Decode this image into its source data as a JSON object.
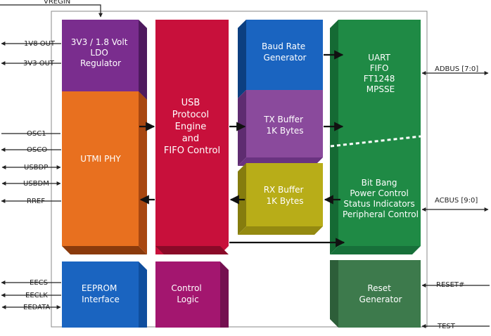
{
  "diagram": {
    "blocks": {
      "ldo": {
        "lines": [
          "3V3 / 1.8 Volt",
          "LDO",
          "Regulator"
        ]
      },
      "utmi": {
        "lines": [
          "UTMI PHY"
        ]
      },
      "usb": {
        "lines": [
          "USB",
          "Protocol",
          "Engine",
          "and",
          "FIFO Control"
        ]
      },
      "baud": {
        "lines": [
          "Baud Rate",
          "Generator"
        ]
      },
      "tx": {
        "lines": [
          "TX Buffer",
          "1K Bytes"
        ]
      },
      "rx": {
        "lines": [
          "RX Buffer",
          "1K Bytes"
        ]
      },
      "uart": {
        "lines": [
          "UART",
          "FIFO",
          "FT1248",
          "MPSSE"
        ]
      },
      "bitbang": {
        "lines": [
          "Bit Bang",
          "Power Control",
          "Status Indicators",
          "Peripheral Control"
        ]
      },
      "eeprom": {
        "lines": [
          "EEPROM",
          "Interface"
        ]
      },
      "control": {
        "lines": [
          "Control",
          "Logic"
        ]
      },
      "reset": {
        "lines": [
          "Reset",
          "Generator"
        ]
      }
    },
    "signals": {
      "vregin": "VREGIN",
      "v1v8out": "1V8 OUT",
      "v3v3out": "3V3 OUT",
      "osc1": "OSC1",
      "osco": "OSCO",
      "usbdp": "USBDP",
      "usbdm": "USBDM",
      "rref": "RREF",
      "eecs": "EECS",
      "eeclk": "EECLK",
      "eedata": "EEDATA",
      "adbus": "ADBUS [7:0]",
      "acbus": "ACBUS [9:0]",
      "reset": "RESET#",
      "test": "TEST"
    },
    "colors": {
      "purple": "#7a2d8e",
      "orange": "#e8701f",
      "red": "#c8103b",
      "blue": "#1a64c0",
      "violet": "#8a4a9c",
      "olive": "#b8ad18",
      "green": "#1f8a45",
      "magenta": "#a3166f",
      "darkgreen": "#3d7a4c"
    }
  }
}
